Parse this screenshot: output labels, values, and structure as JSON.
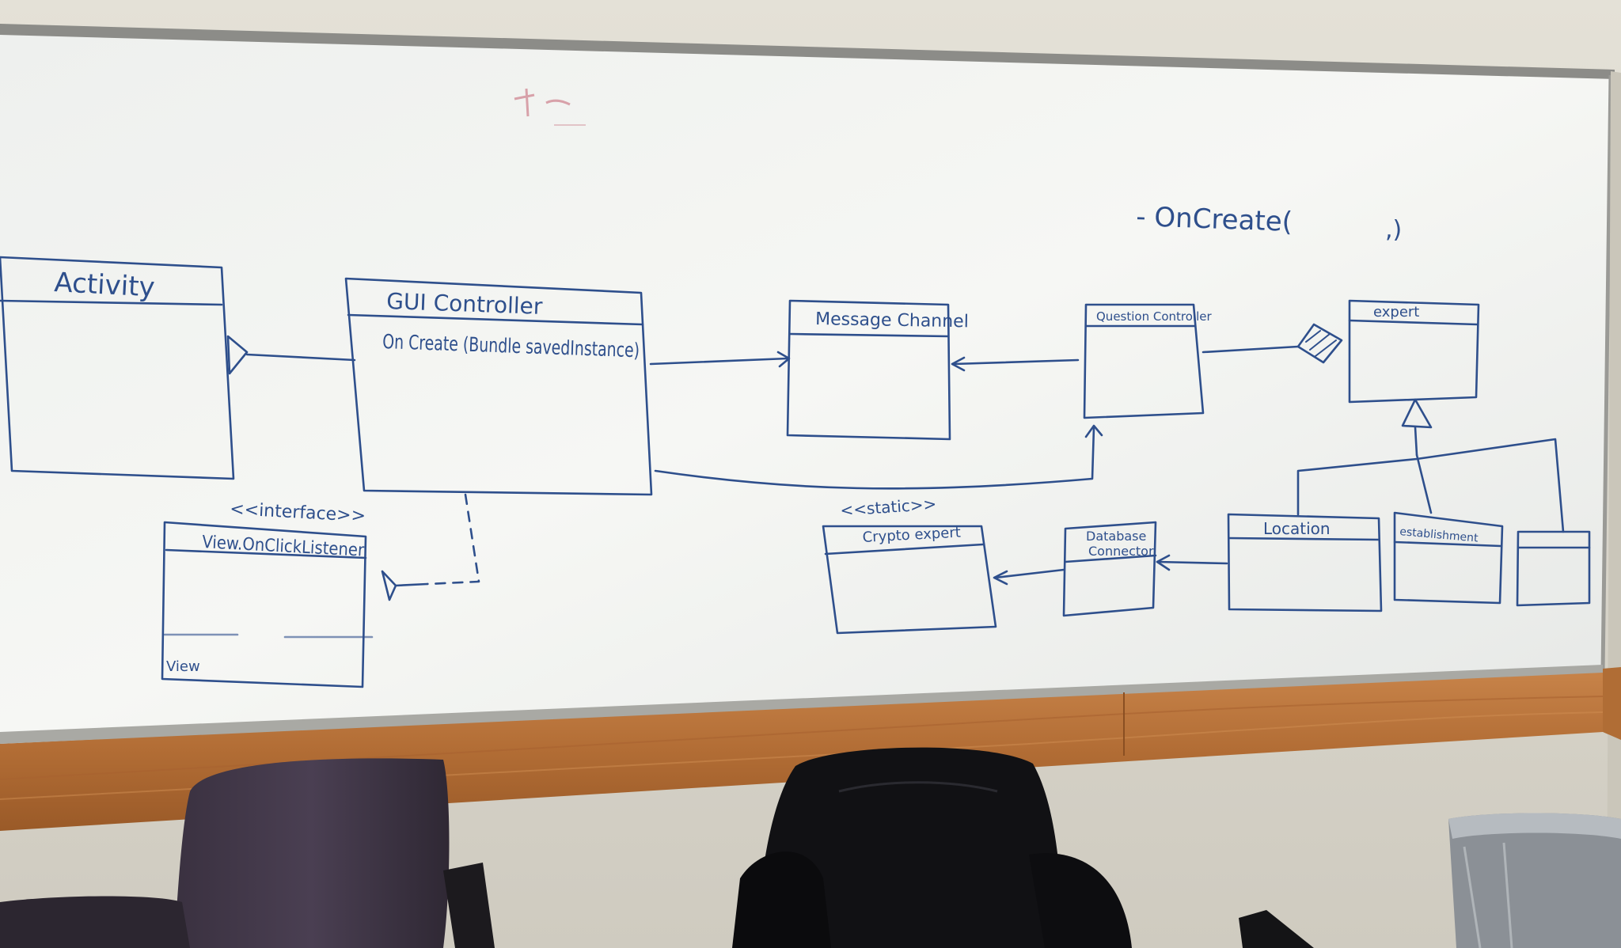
{
  "board": {
    "stray_note": "- OnCreate(",
    "stray_note_tail": ",)"
  },
  "classes": {
    "activity": {
      "name": "Activity"
    },
    "gui_controller": {
      "name": "GUI Controller",
      "method": "On Create (Bundle savedInstance)"
    },
    "message_channel": {
      "name": "Message Channel"
    },
    "question_controller": {
      "name": "Question Controller"
    },
    "expert": {
      "name": "expert"
    },
    "view_listener": {
      "stereotype": "<<interface>>",
      "name": "View.OnClickListener",
      "member": "View"
    },
    "crypto_expert": {
      "stereotype": "<<static>>",
      "name": "Crypto expert"
    },
    "database_connector": {
      "name_line1": "Database",
      "name_line2": "Connector"
    },
    "location": {
      "name": "Location"
    },
    "establishment": {
      "name": "establishment"
    },
    "third_subclass": {
      "name": ""
    }
  },
  "colors": {
    "marker_blue": "#2e4f8c",
    "marker_red": "#b5485a",
    "whiteboard": "#f2f3f0",
    "wood_trim": "#b9743b",
    "wall": "#dcd9cf",
    "chair_purple": "#3e3545",
    "chair_black": "#121216"
  }
}
